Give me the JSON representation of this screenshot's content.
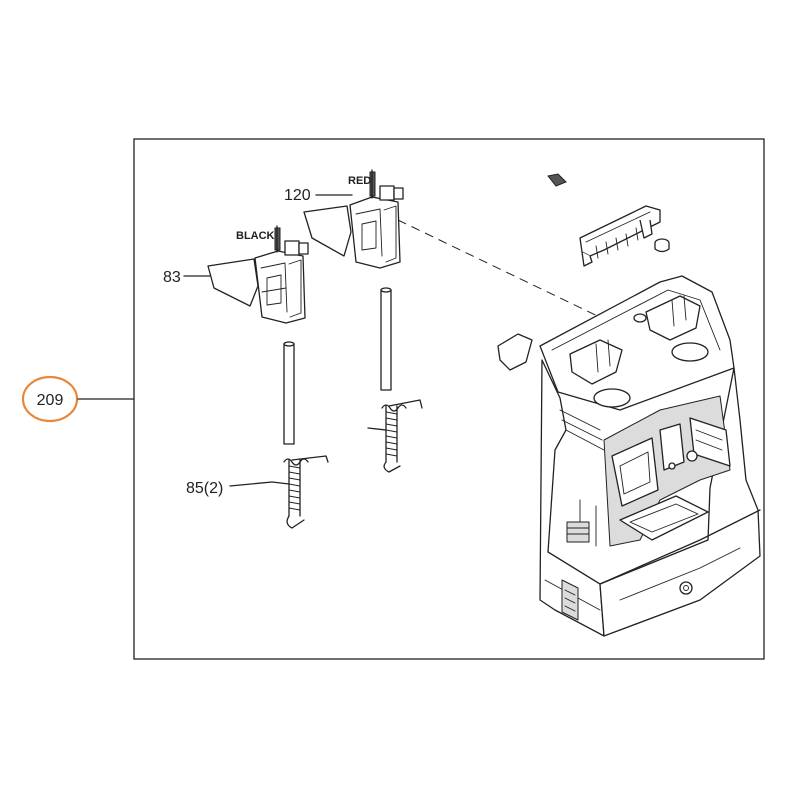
{
  "callout": {
    "number": "209",
    "color": "#e8873a"
  },
  "labels": {
    "part_120": "120",
    "part_83": "83",
    "part_85": "85(2)",
    "wire_red": "RED",
    "wire_black": "BLACK"
  }
}
